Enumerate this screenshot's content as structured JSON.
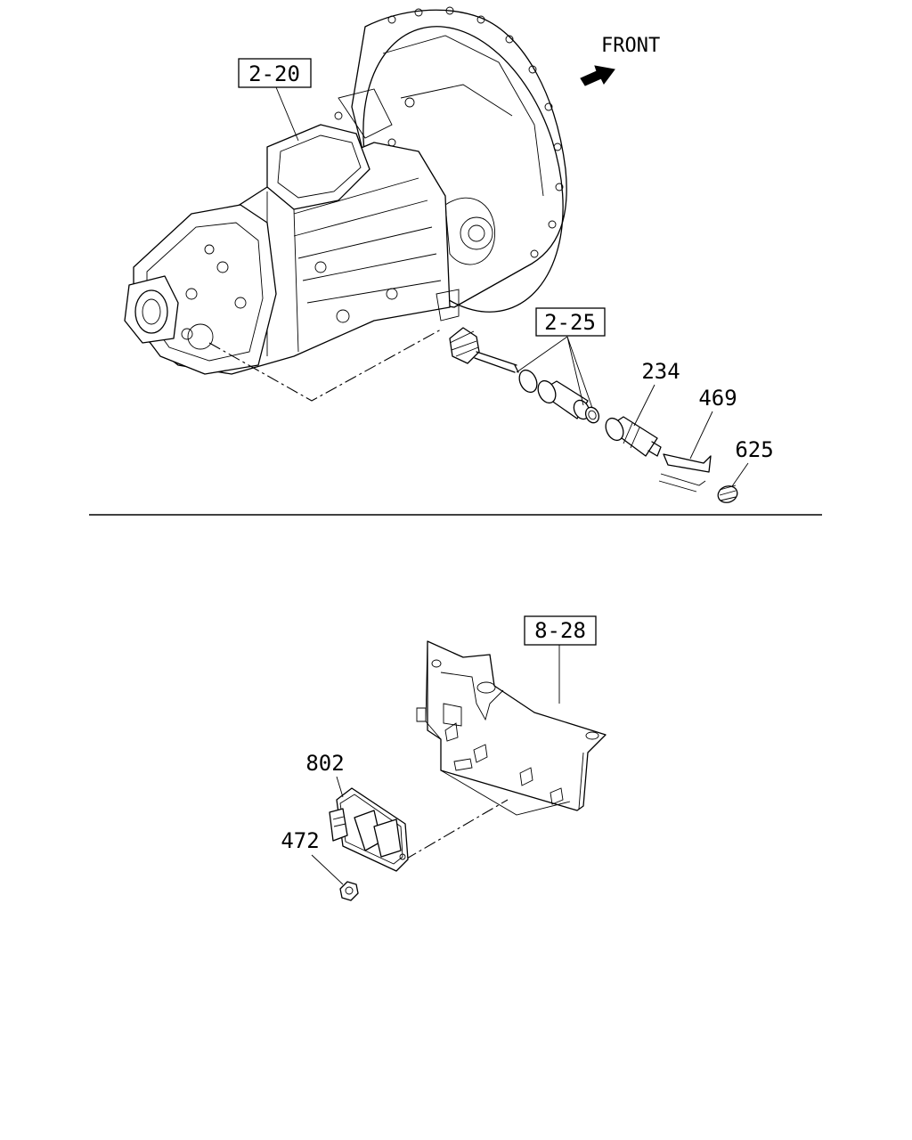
{
  "diagram": {
    "front_label": "FRONT",
    "refs": {
      "ref_2_20": "2-20",
      "ref_2_25": "2-25",
      "ref_8_28": "8-28"
    },
    "parts": {
      "p234": "234",
      "p469": "469",
      "p625": "625",
      "p802": "802",
      "p472": "472"
    }
  }
}
